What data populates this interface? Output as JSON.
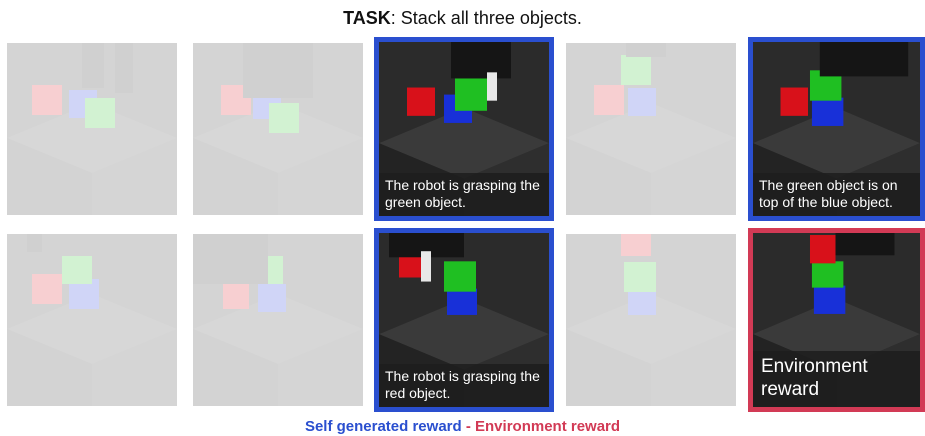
{
  "title": {
    "label": "TASK",
    "text": ": Stack all three objects."
  },
  "rows": [
    {
      "frames": [
        {
          "caption": ""
        },
        {
          "caption": ""
        },
        {
          "caption": "The robot is grasping the green object."
        },
        {
          "caption": ""
        },
        {
          "caption": "The green object is on top of the blue object."
        }
      ]
    },
    {
      "frames": [
        {
          "caption": ""
        },
        {
          "caption": ""
        },
        {
          "caption": "The robot is grasping the red object."
        },
        {
          "caption": ""
        },
        {
          "caption": "Environment reward"
        }
      ]
    }
  ],
  "legend": {
    "self_generated": "Self generated reward",
    "separator": "-",
    "environment": "Environment reward"
  },
  "colors": {
    "self_generated": "#2a4fcf",
    "environment": "#d23a55",
    "cube_red": "#d8111a",
    "cube_green": "#1fbf22",
    "cube_blue": "#1830d8"
  }
}
